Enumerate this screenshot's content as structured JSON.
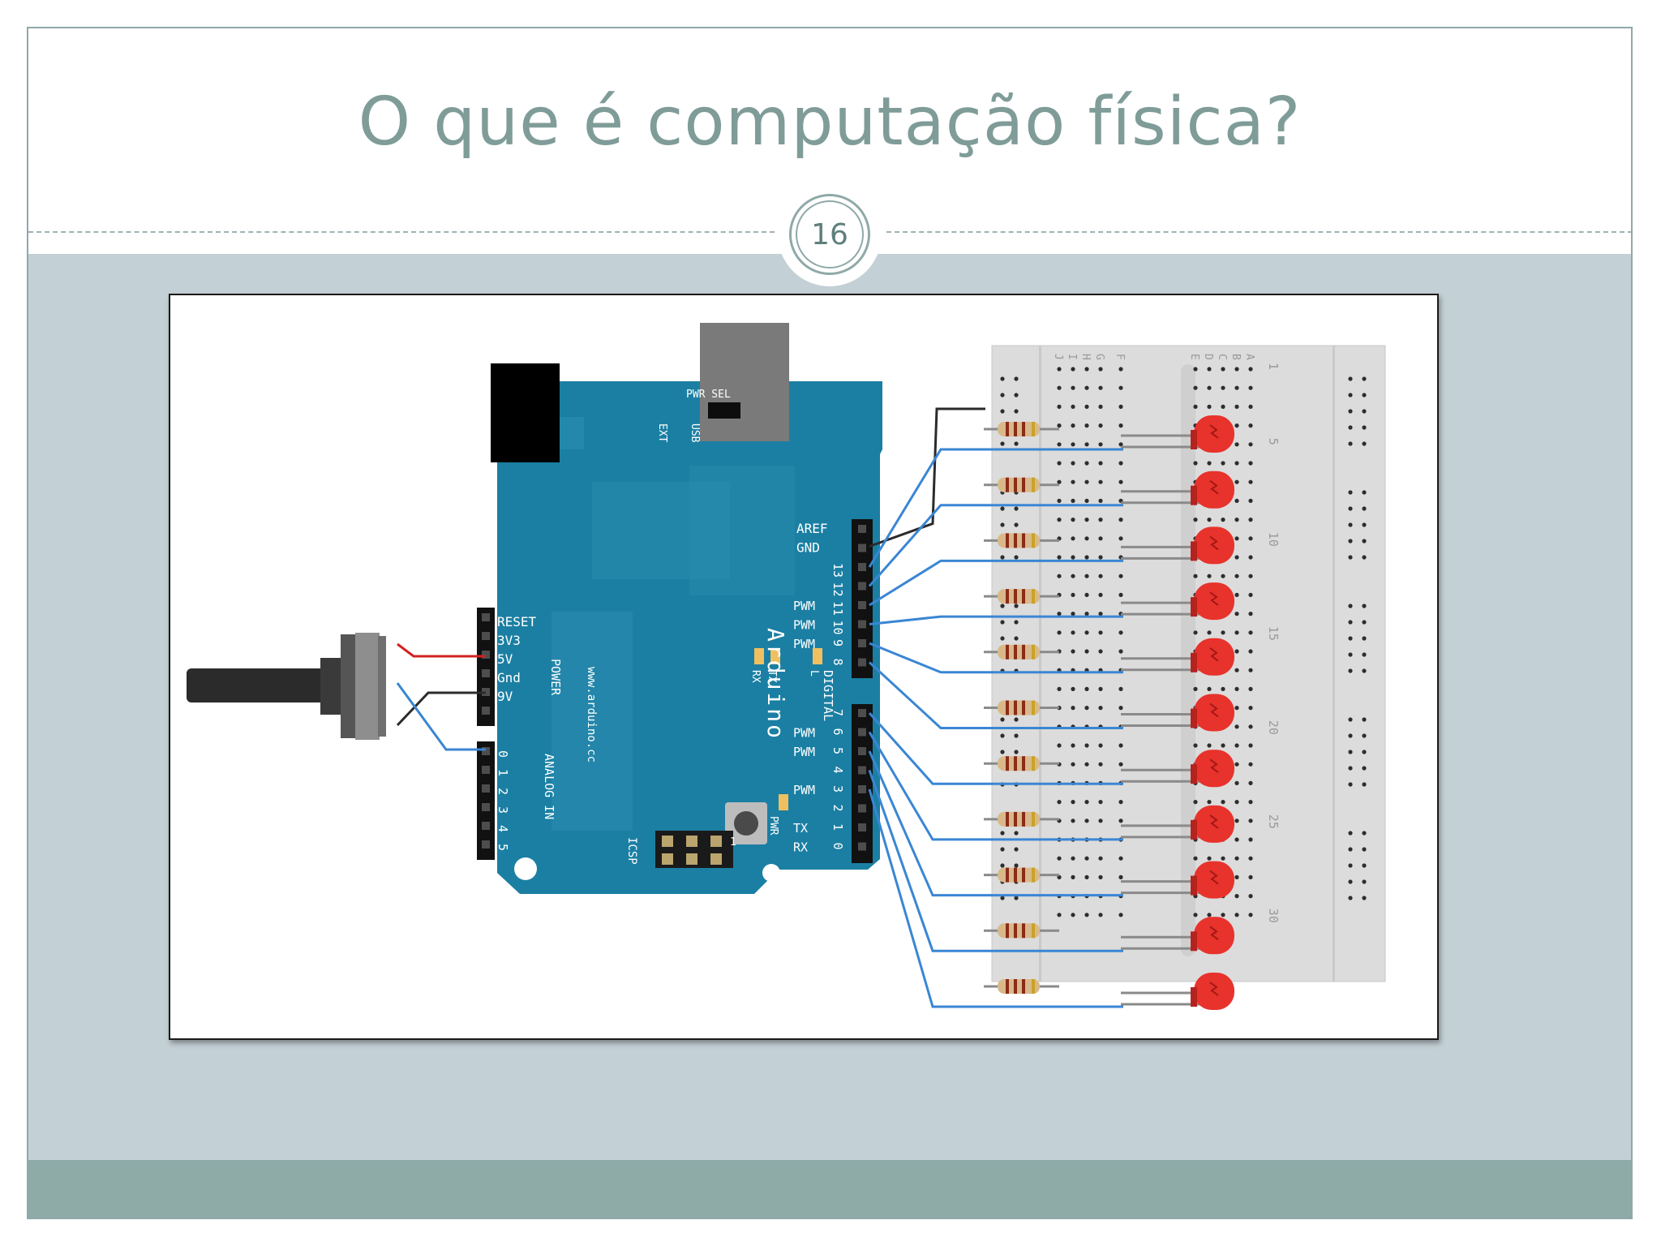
{
  "slide": {
    "title": "O que é computação física?",
    "page_number": "16"
  },
  "diagram": {
    "board": {
      "brand": "Arduino",
      "website": "www.arduino.cc",
      "pwr_sel": "PWR SEL",
      "ext": "EXT",
      "usb": "USB",
      "icsp": "ICSP",
      "icsp_pin": "1",
      "pwr_led": "PWR",
      "led_labels": [
        "RX",
        "TX",
        "L"
      ],
      "power_header": {
        "title": "POWER",
        "pins": [
          "RESET",
          "3V3",
          "5V",
          "Gnd",
          "9V"
        ]
      },
      "analog_header": {
        "title": "ANALOG IN",
        "pins": [
          "0",
          "1",
          "2",
          "3",
          "4",
          "5"
        ]
      },
      "digital_title": "DIGITAL",
      "digital_top": [
        {
          "label": "AREF",
          "pwm": ""
        },
        {
          "label": "GND",
          "pwm": ""
        },
        {
          "label": "13",
          "pwm": ""
        },
        {
          "label": "12",
          "pwm": ""
        },
        {
          "label": "11",
          "pwm": "PWM"
        },
        {
          "label": "10",
          "pwm": "PWM"
        },
        {
          "label": "9",
          "pwm": "PWM"
        },
        {
          "label": "8",
          "pwm": ""
        }
      ],
      "digital_bottom": [
        {
          "label": "7",
          "pwm": ""
        },
        {
          "label": "6",
          "pwm": "PWM"
        },
        {
          "label": "5",
          "pwm": "PWM"
        },
        {
          "label": "4",
          "pwm": ""
        },
        {
          "label": "3",
          "pwm": "PWM"
        },
        {
          "label": "2",
          "pwm": ""
        },
        {
          "label": "1",
          "pwm": "TX"
        },
        {
          "label": "0",
          "pwm": "RX"
        }
      ]
    },
    "breadboard": {
      "column_letters": [
        "J",
        "I",
        "H",
        "G",
        "F",
        "E",
        "D",
        "C",
        "B",
        "A"
      ],
      "row_numbers": [
        "1",
        "5",
        "10",
        "15",
        "20",
        "25",
        "30"
      ],
      "led_count": 11,
      "led_color": "#e8322c"
    },
    "colors": {
      "board": "#1b7fa3",
      "wire_signal": "#3a86d4",
      "wire_ground": "#2b2b2b",
      "wire_power": "#d42020"
    }
  }
}
